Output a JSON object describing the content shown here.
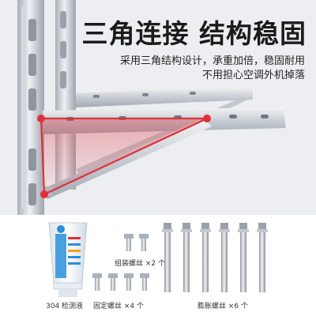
{
  "headline": "三角连接 结构稳固",
  "subtitle_line1": "采用三角结构设计，承重加倍，稳固耐用",
  "subtitle_line2": "不用担心空调外机掉落",
  "accessories": {
    "tube_label": "304 检测液",
    "assembly_screws_label": "组装螺丝 ×2 个",
    "fixing_screws_label": "固定螺丝 ×4 个",
    "expansion_bolts_label": "膨胀螺丝 ×6 个"
  },
  "colors": {
    "highlight": "#e0303a",
    "steel": "#c9ced6",
    "text": "#1b1b1b",
    "tube_blue": "#2c8fd9"
  }
}
